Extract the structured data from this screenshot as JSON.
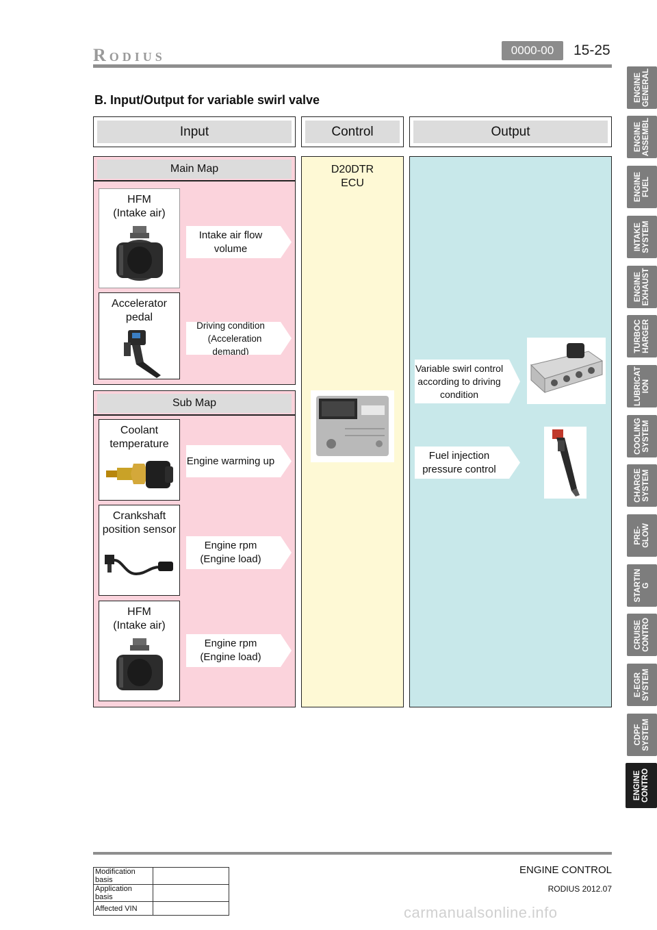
{
  "header": {
    "logo": "Rodius",
    "code": "0000-00",
    "page": "15-25"
  },
  "section_title": "B.  Input/Output for variable swirl valve",
  "columns": {
    "input": "Input",
    "control": "Control",
    "output": "Output"
  },
  "main_map": {
    "title": "Main Map",
    "inputs": [
      {
        "line1": "HFM",
        "line2": "(Intake air)"
      },
      {
        "line1": "Accelerator",
        "line2": "pedal"
      }
    ],
    "signals": [
      {
        "line1": "Intake air flow",
        "line2": "volume"
      },
      {
        "line1": "Driving condition",
        "line2": "(Acceleration demand)"
      }
    ]
  },
  "sub_map": {
    "title": "Sub Map",
    "inputs": [
      {
        "line1": "Coolant",
        "line2": "temperature"
      },
      {
        "line1": "Crankshaft",
        "line2": "position sensor"
      },
      {
        "line1": "HFM",
        "line2": "(Intake air)"
      }
    ],
    "signals": [
      {
        "line1": "Engine warming up",
        "line2": ""
      },
      {
        "line1": "Engine rpm",
        "line2": "(Engine load)"
      },
      {
        "line1": "Engine rpm",
        "line2": "(Engine load)"
      }
    ]
  },
  "control": {
    "line1": "D20DTR",
    "line2": "ECU"
  },
  "outputs": [
    {
      "line1": "Variable swirl control",
      "line2": "according to driving",
      "line3": "condition"
    },
    {
      "line1": "Fuel injection",
      "line2": "pressure control",
      "line3": ""
    }
  ],
  "tabs": [
    {
      "l1": "ENGINE",
      "l2": "GENERAL"
    },
    {
      "l1": "ENGINE",
      "l2": "ASSEMBL"
    },
    {
      "l1": "ENGINE",
      "l2": "FUEL"
    },
    {
      "l1": "INTAKE",
      "l2": "SYSTEM"
    },
    {
      "l1": "ENGINE",
      "l2": "EXHAUST"
    },
    {
      "l1": "TURBOC",
      "l2": "HARGER"
    },
    {
      "l1": "LUBRICAT",
      "l2": "ION"
    },
    {
      "l1": "COOLING",
      "l2": "SYSTEM"
    },
    {
      "l1": "CHARGE",
      "l2": "SYSTEM"
    },
    {
      "l1": "PRE-",
      "l2": "GLOW"
    },
    {
      "l1": "STARTIN",
      "l2": "G"
    },
    {
      "l1": "CRUISE",
      "l2": "CONTRO"
    },
    {
      "l1": "E-EGR",
      "l2": "SYSTEM"
    },
    {
      "l1": "CDPF",
      "l2": "SYSTEM"
    },
    {
      "l1": "ENGINE",
      "l2": "CONTRO"
    }
  ],
  "footer": {
    "rows": [
      {
        "label": "Modification basis",
        "value": ""
      },
      {
        "label": "Application basis",
        "value": ""
      },
      {
        "label": "Affected VIN",
        "value": ""
      }
    ],
    "title": "ENGINE CONTROL",
    "subtitle": "RODIUS 2012.07",
    "watermark": "carmanualsonline.info"
  },
  "colors": {
    "input_panel": "#fbd3dc",
    "control_panel": "#fef9d5",
    "output_panel": "#c8e8ea",
    "tab_inactive": "#7d7d7d",
    "tab_active": "#1e1e1e"
  }
}
